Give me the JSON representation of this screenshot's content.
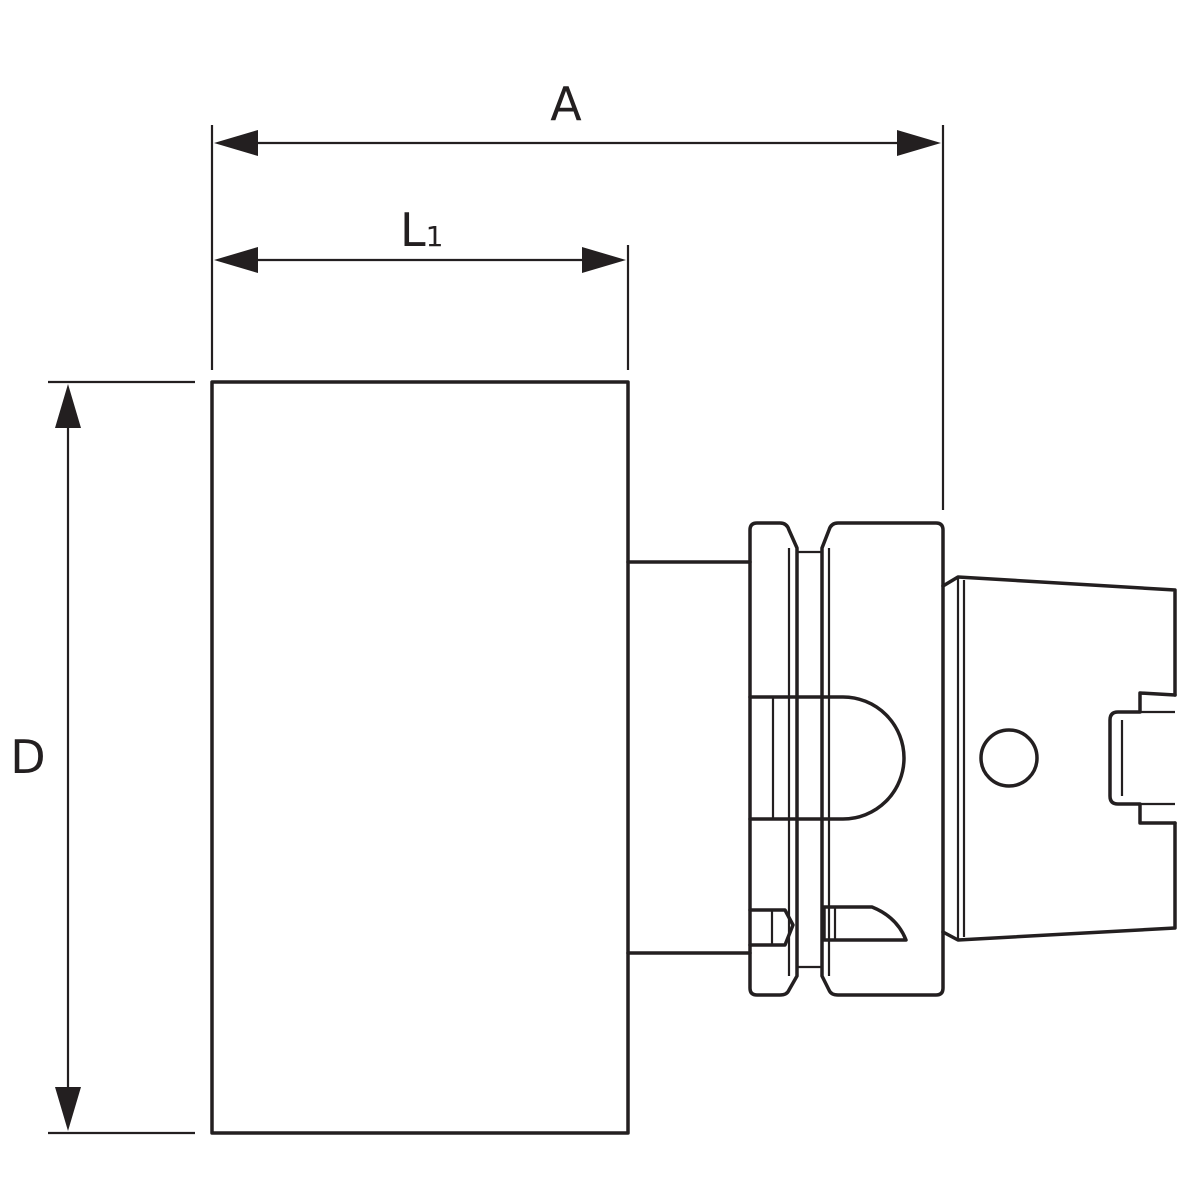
{
  "dimensions": {
    "overall_length": {
      "label": "A"
    },
    "body_length": {
      "label": "L",
      "subscript": "1"
    },
    "body_diameter": {
      "label": "D"
    }
  },
  "colors": {
    "line": "#231f20",
    "background": "#ffffff"
  }
}
